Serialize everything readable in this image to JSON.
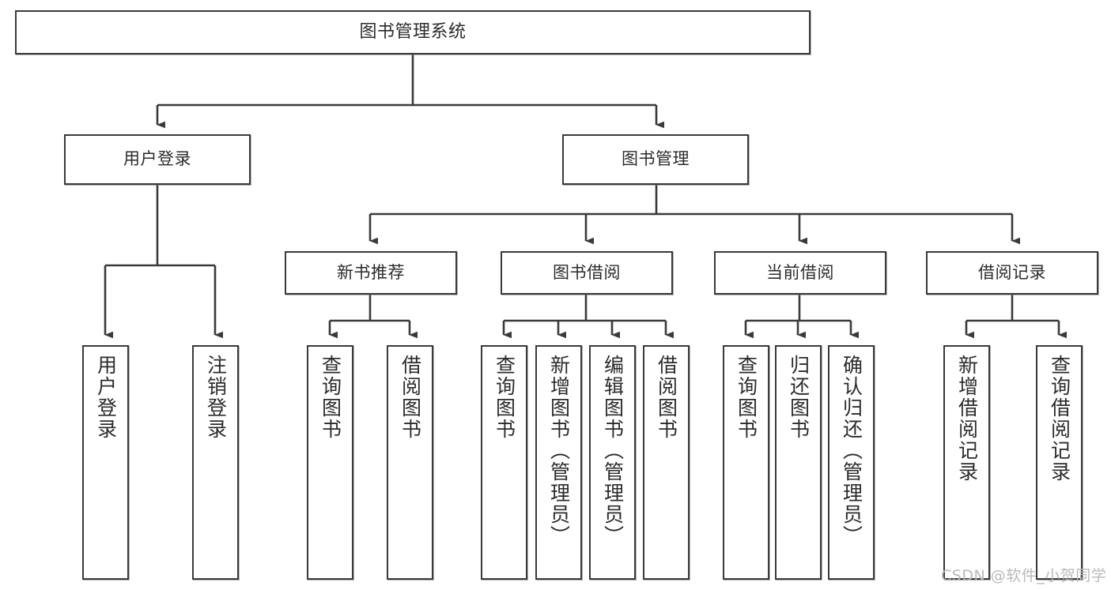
{
  "diagram": {
    "title": "图书管理系统",
    "type": "tree",
    "watermark": "CSDN @软件_小贺同学",
    "colors": {
      "stroke": "#3a3a3a",
      "fill": "#ffffff",
      "text": "#2b2b2b",
      "watermark": "#b9b9b9"
    },
    "nodes": {
      "root": {
        "label": "图书管理系统"
      },
      "tier1": [
        {
          "id": "user-login",
          "label": "用户登录"
        },
        {
          "id": "book-manage",
          "label": "图书管理"
        }
      ],
      "tier2": [
        {
          "id": "new-book-rec",
          "label": "新书推荐"
        },
        {
          "id": "book-borrow",
          "label": "图书借阅"
        },
        {
          "id": "current-borrow",
          "label": "当前借阅"
        },
        {
          "id": "borrow-record",
          "label": "借阅记录"
        }
      ],
      "leaves": [
        {
          "id": "leaf-user-login",
          "label": "用户登录",
          "parent": "user-login"
        },
        {
          "id": "leaf-user-logout",
          "label": "注销登录",
          "parent": "user-login"
        },
        {
          "id": "leaf-query-book-rec",
          "label": "查询图书",
          "parent": "new-book-rec"
        },
        {
          "id": "leaf-borrow-book-rec",
          "label": "借阅图书",
          "parent": "new-book-rec"
        },
        {
          "id": "leaf-query-book-borrow",
          "label": "查询图书",
          "parent": "book-borrow"
        },
        {
          "id": "leaf-add-book",
          "label": "新增图书（管理员）",
          "parent": "book-borrow"
        },
        {
          "id": "leaf-edit-book",
          "label": "编辑图书（管理员）",
          "parent": "book-borrow"
        },
        {
          "id": "leaf-borrow-book",
          "label": "借阅图书",
          "parent": "book-borrow"
        },
        {
          "id": "leaf-query-book-cur",
          "label": "查询图书",
          "parent": "current-borrow"
        },
        {
          "id": "leaf-return-book",
          "label": "归还图书",
          "parent": "current-borrow"
        },
        {
          "id": "leaf-confirm-return",
          "label": "确认归还（管理员）",
          "parent": "current-borrow"
        },
        {
          "id": "leaf-add-record",
          "label": "新增借阅记录",
          "parent": "borrow-record"
        },
        {
          "id": "leaf-query-record",
          "label": "查询借阅记录",
          "parent": "borrow-record"
        }
      ]
    }
  }
}
